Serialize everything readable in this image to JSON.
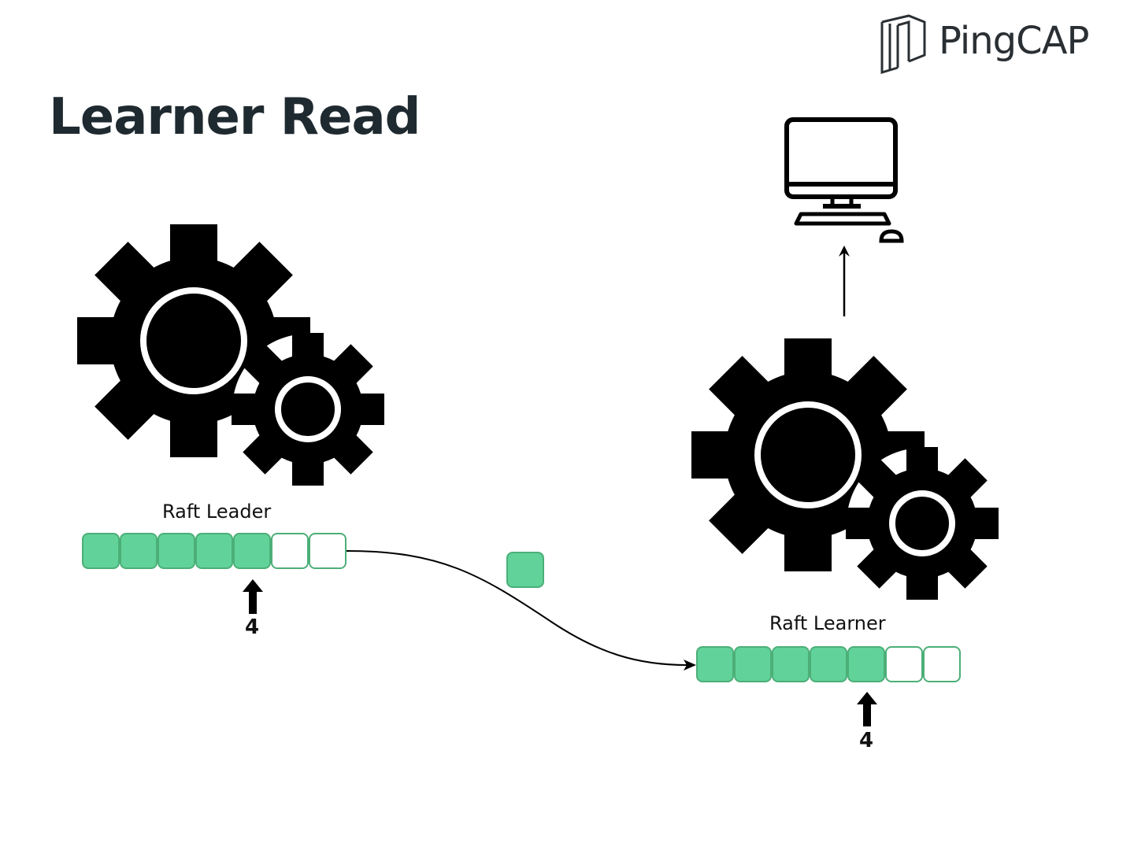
{
  "title": "Learner Read",
  "logo": {
    "text": "PingCAP"
  },
  "leader": {
    "label": "Raft Leader",
    "log": [
      "filled",
      "filled",
      "filled",
      "filled",
      "filled",
      "empty",
      "empty"
    ],
    "index": "4"
  },
  "learner": {
    "label": "Raft Learner",
    "log": [
      "filled",
      "filled",
      "filled",
      "filled",
      "filled",
      "empty",
      "empty"
    ],
    "index": "4"
  },
  "colors": {
    "entry_fill": "#61d29a",
    "entry_border": "#4caf78",
    "title": "#1f2a30"
  },
  "icons": [
    "gears-icon",
    "computer-icon"
  ]
}
